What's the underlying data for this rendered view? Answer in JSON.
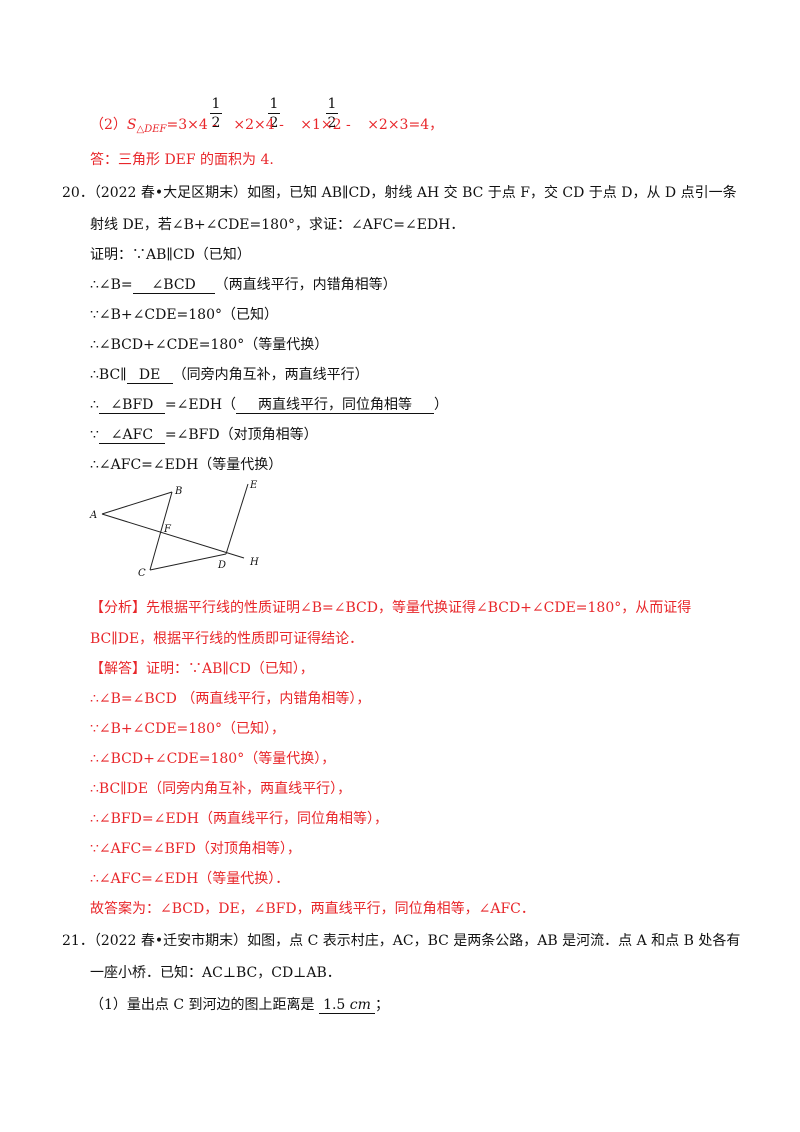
{
  "p1": {
    "l1_pre": "（2）",
    "l1_S": "S",
    "l1_sub": "△DEF",
    "l1_eq": "=3×4 - ",
    "l1_t2": "×2×4 - ",
    "l1_t3": "×1×2 - ",
    "l1_t4": "×2×3=4，",
    "frac_num": "1",
    "frac_den": "2",
    "l2": "答：三角形 DEF 的面积为 4."
  },
  "q20": {
    "l1": "20．（2022 春•大足区期末）如图，已知 AB∥CD，射线 AH 交 BC 于点 F，交 CD 于点 D，从 D 点引一条",
    "l2": "射线 DE，若∠B+∠CDE=180°，求证：∠AFC=∠EDH．",
    "l3": "证明：∵AB∥CD（已知）",
    "l4_a": "∴∠B=",
    "l4_blank": "∠BCD",
    "l4_b": "（两直线平行，内错角相等）",
    "l5": "∵∠B+∠CDE=180°（已知）",
    "l6": "∴∠BCD+∠CDE=180°（等量代换）",
    "l7_a": "∴BC∥",
    "l7_blank": "DE",
    "l7_b": "（同旁内角互补，两直线平行）",
    "l8_a": "∴",
    "l8_blank1": "∠BFD",
    "l8_b": "=∠EDH（",
    "l8_blank2": "两直线平行，同位角相等",
    "l8_c": "）",
    "l9_a": "∵",
    "l9_blank": "∠AFC",
    "l9_b": "=∠BFD（对顶角相等）",
    "l10": "∴∠AFC=∠EDH（等量代换）",
    "fig": {
      "A": "A",
      "B": "B",
      "C": "C",
      "D": "D",
      "E": "E",
      "F": "F",
      "H": "H"
    },
    "a1": "【分析】先根据平行线的性质证明∠B=∠BCD，等量代换证得∠BCD+∠CDE=180°，从而证得",
    "a2": "BC∥DE，根据平行线的性质即可证得结论．",
    "s1": "【解答】证明：∵AB∥CD（已知），",
    "s2": "∴∠B=∠BCD （两直线平行，内错角相等），",
    "s3": "∵∠B+∠CDE=180°（已知），",
    "s4": "∴∠BCD+∠CDE=180°（等量代换），",
    "s5": "∴BC∥DE（同旁内角互补，两直线平行），",
    "s6": "∴∠BFD=∠EDH（两直线平行，同位角相等），",
    "s7": "∵∠AFC=∠BFD（对顶角相等），",
    "s8": "∴∠AFC=∠EDH（等量代换）．",
    "s9": "故答案为：∠BCD，DE，∠BFD，两直线平行，同位角相等，∠AFC．"
  },
  "q21": {
    "l1": "21．（2022 春•迁安市期末）如图，点 C 表示村庄，AC，BC 是两条公路，AB 是河流．点 A 和点 B 处各有",
    "l2": "一座小桥．已知：AC⊥BC，CD⊥AB．",
    "l3_a": "（1）量出点 C 到河边的图上距离是 ",
    "l3_blank": "1.5",
    "l3_unit": "cm",
    "l3_b": "；"
  }
}
